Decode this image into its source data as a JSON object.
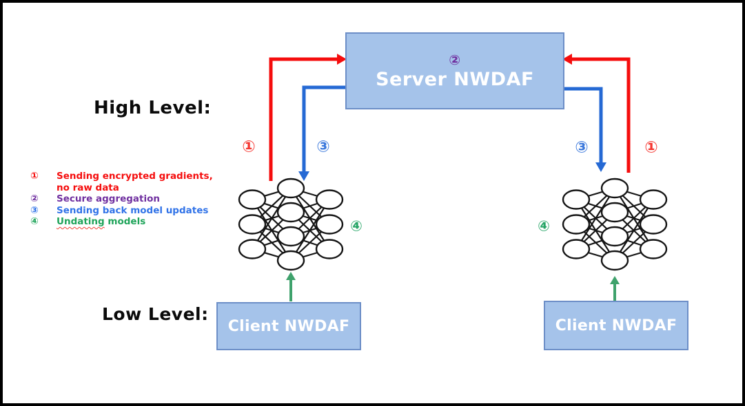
{
  "labels": {
    "high_level": "High Level:",
    "low_level": "Low Level:"
  },
  "server": {
    "name": "Server NWDAF",
    "marker": "②"
  },
  "clients": [
    {
      "name": "Client NWDAF"
    },
    {
      "name": "Client NWDAF"
    }
  ],
  "flow_markers": {
    "left_upload": "①",
    "left_download": "③",
    "right_download": "③",
    "right_upload": "①",
    "left_update": "④",
    "right_update": "④"
  },
  "legend": {
    "items": [
      {
        "symbol": "①",
        "color": "#f50d0d",
        "lines": [
          "Sending encrypted gradients,",
          "no raw data"
        ]
      },
      {
        "symbol": "②",
        "color": "#7030a0",
        "lines": [
          "Secure aggregation"
        ]
      },
      {
        "symbol": "③",
        "color": "#3173e8",
        "lines": [
          "Sending back model updates"
        ]
      },
      {
        "symbol": "④",
        "color": "#1fa45a",
        "lines": [
          "Undating models"
        ],
        "wavy_word": "Undating"
      }
    ]
  },
  "network": {
    "layers": [
      3,
      4,
      3
    ]
  },
  "colors": {
    "arrow_red": "#f50d0d",
    "arrow_blue": "#2569d4",
    "arrow_green": "#3fa26c",
    "marker_red": "#f5342e",
    "marker_blue": "#3b78dc",
    "marker_green": "#27a567",
    "marker_purple": "#7030a0",
    "box_fill": "#a5c3ea",
    "box_border": "#6c8ec7",
    "node_stroke": "#141414",
    "frame": "#000000"
  }
}
